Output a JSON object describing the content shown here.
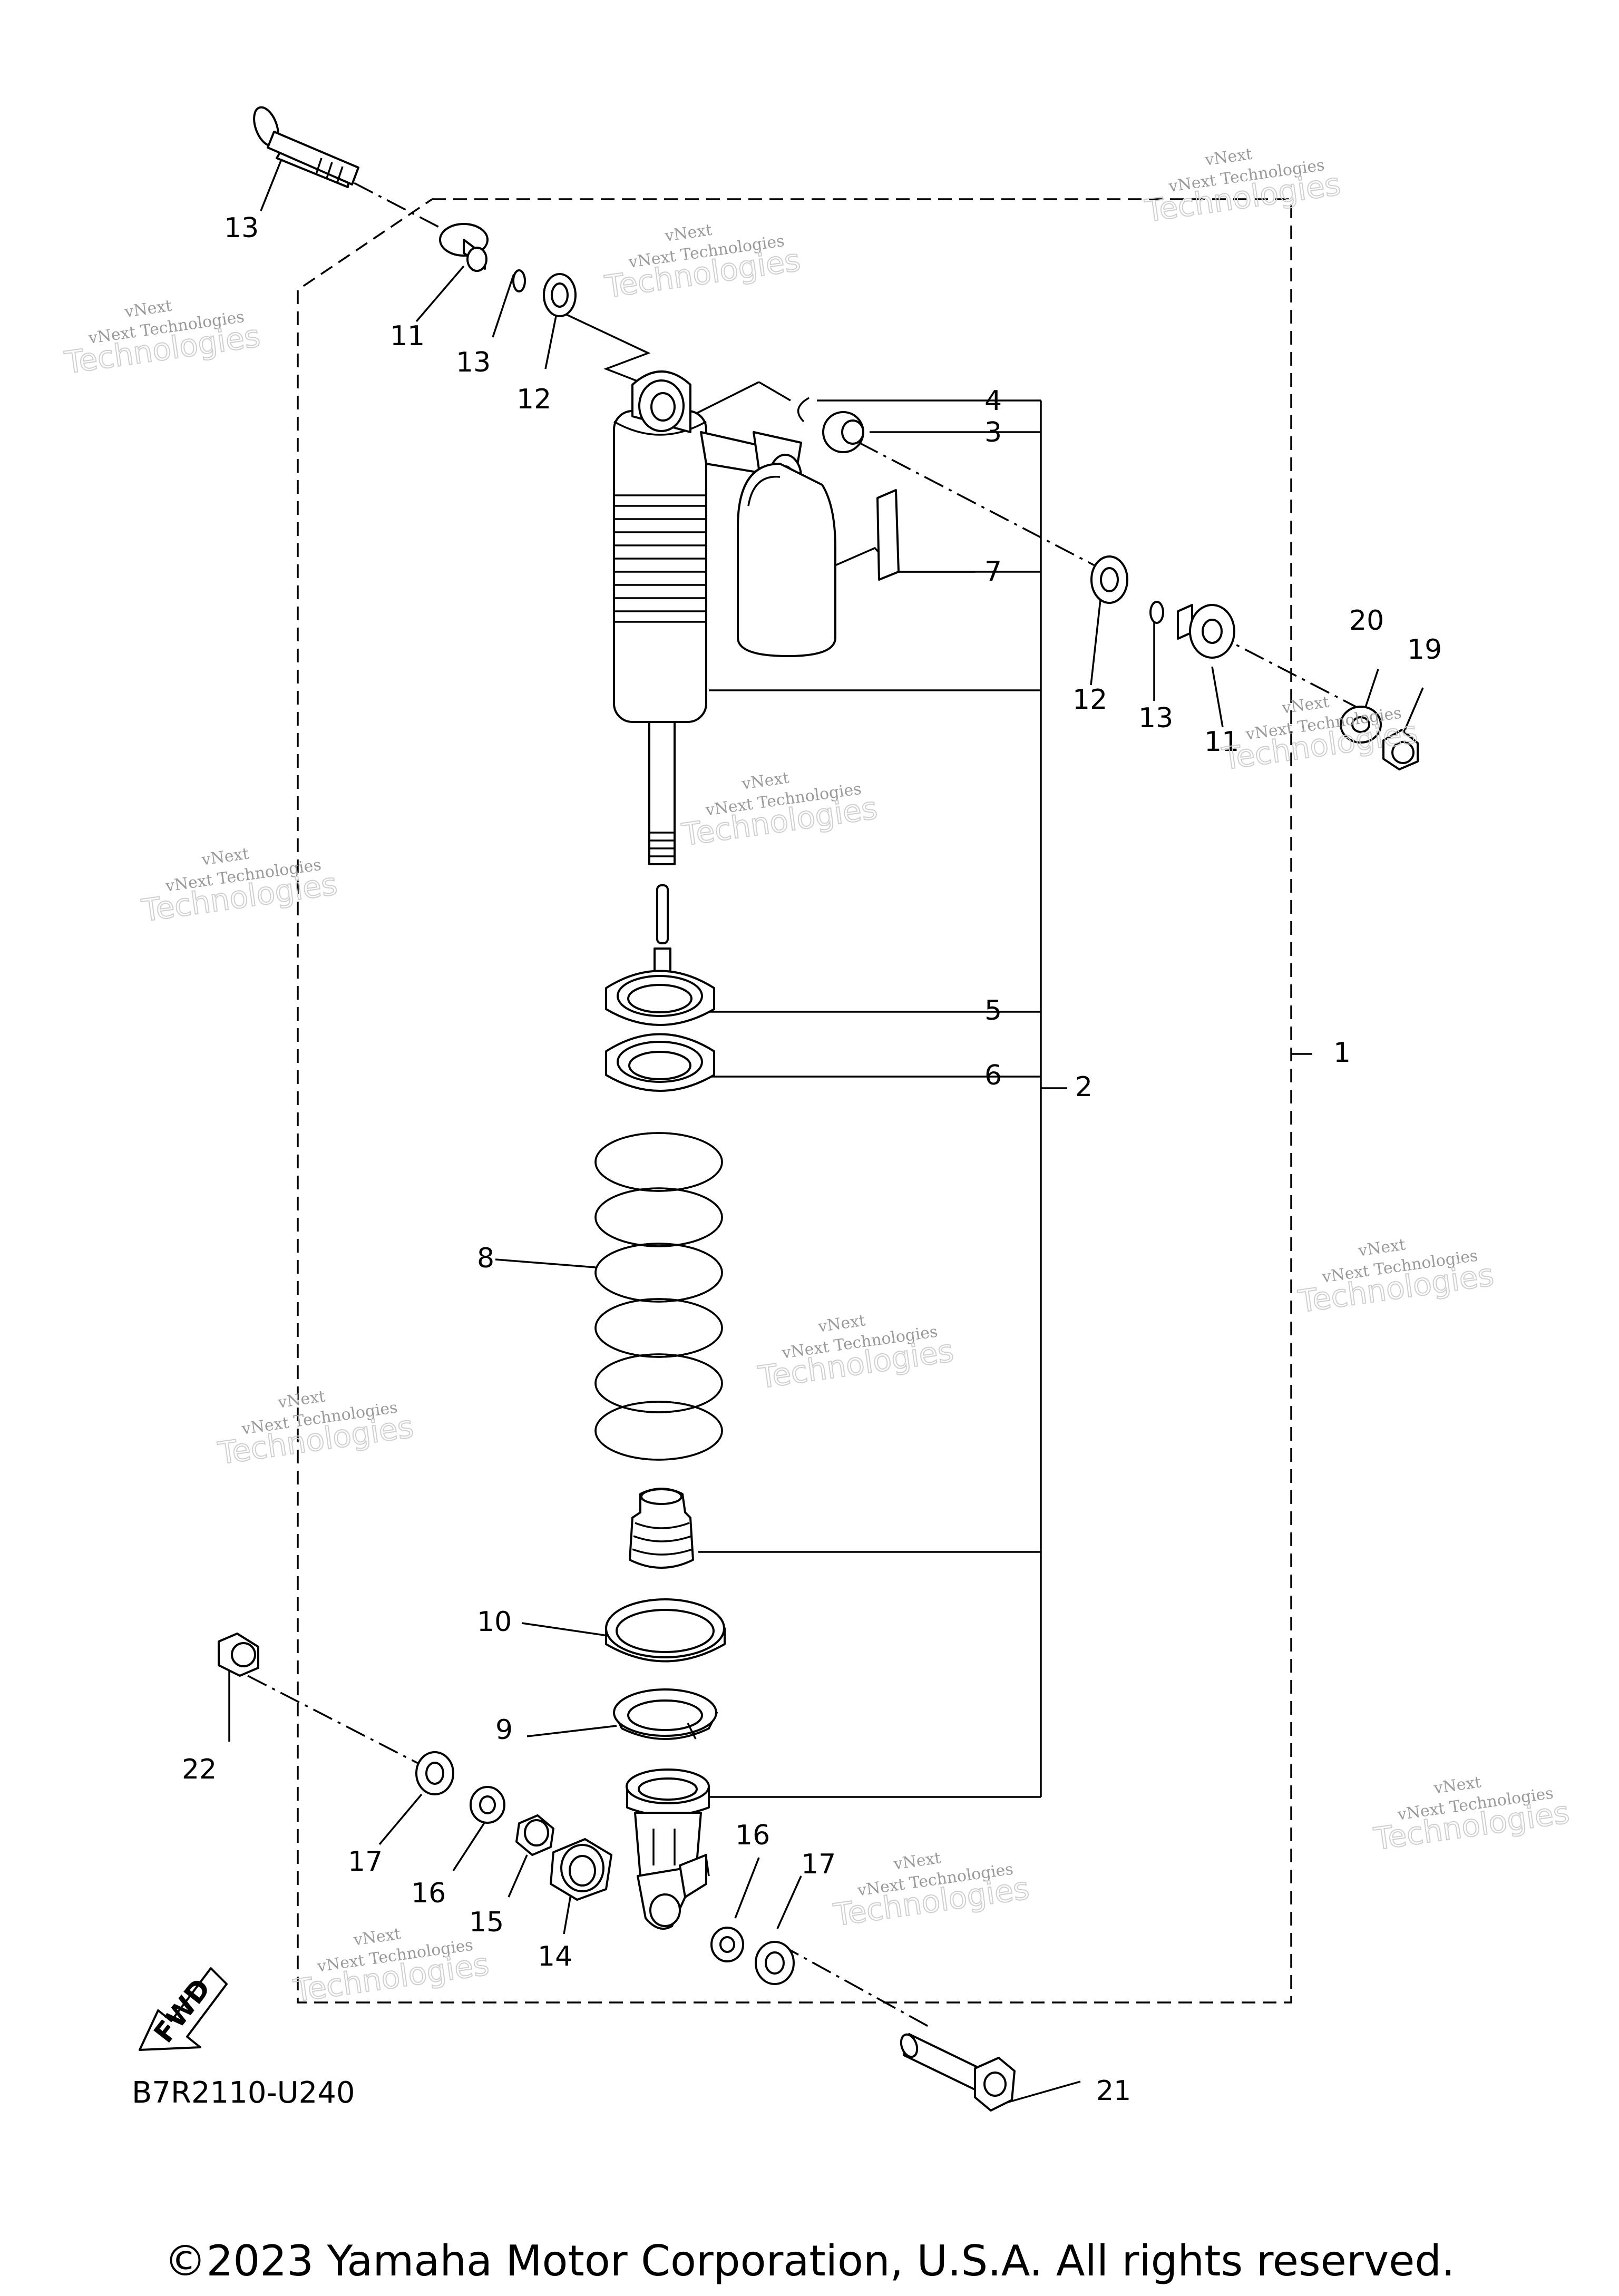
{
  "diagram": {
    "code": "B7R2110-U240",
    "copyright": "©2023 Yamaha Motor Corporation, U.S.A. All rights reserved.",
    "fwd_label": "FWD",
    "watermark": {
      "line1": "vNext Technologies",
      "line2": "Technologies",
      "line0": "vNext"
    },
    "callouts": [
      "1",
      "2",
      "3",
      "4",
      "5",
      "6",
      "7",
      "8",
      "9",
      "10",
      "11",
      "11",
      "12",
      "12",
      "13",
      "13",
      "13",
      "14",
      "15",
      "16",
      "16",
      "17",
      "17",
      "19",
      "20",
      "21",
      "22"
    ]
  }
}
